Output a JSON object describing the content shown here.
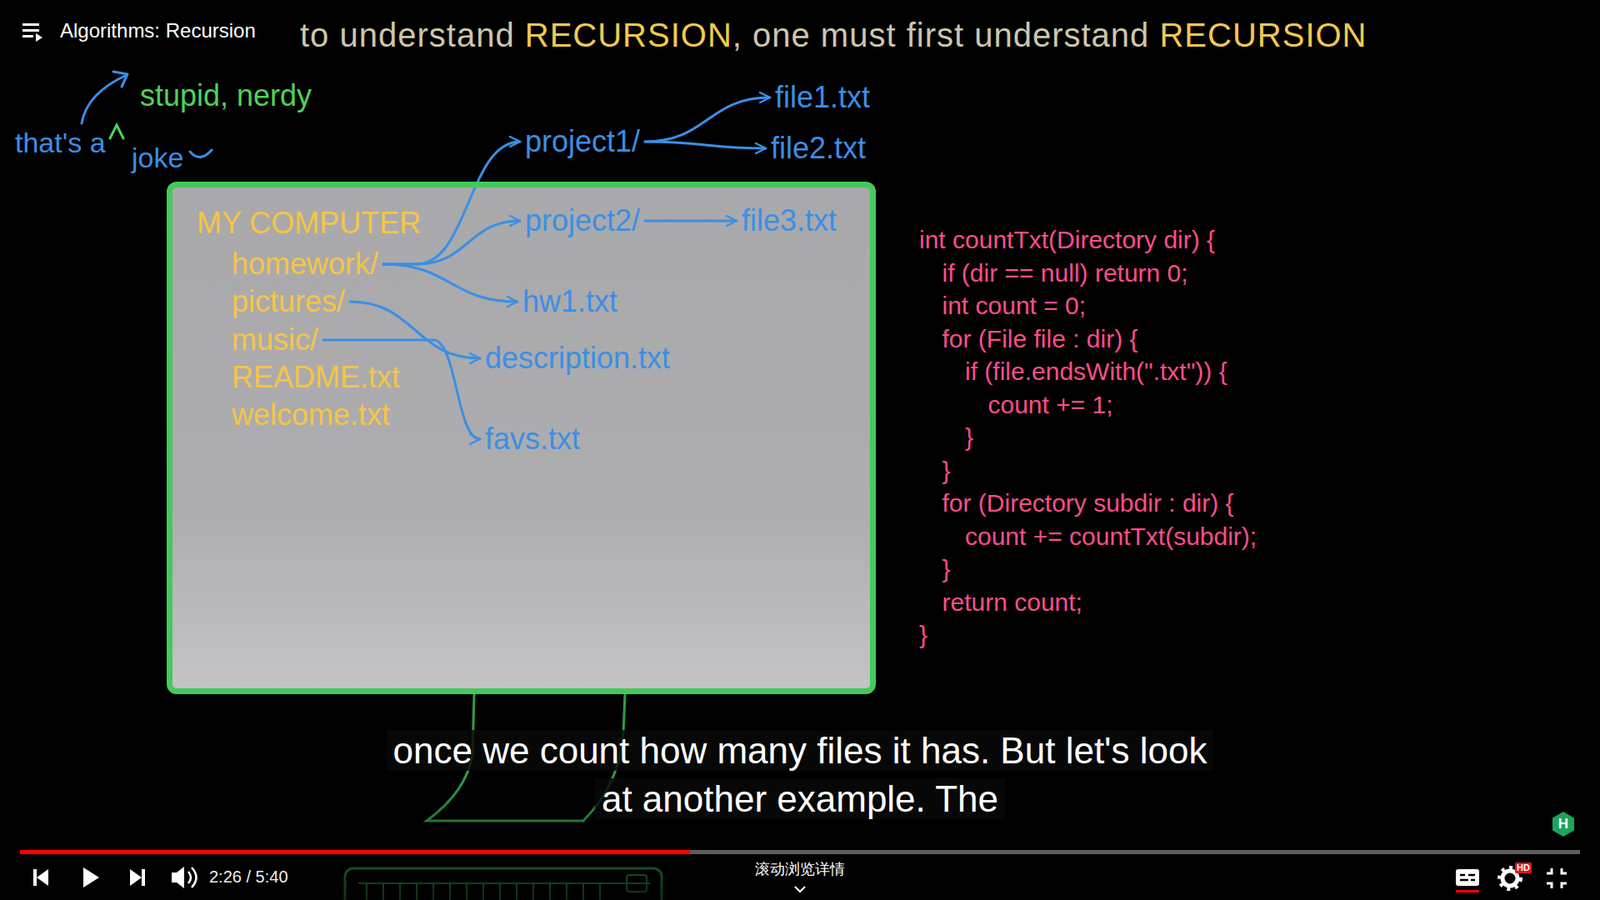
{
  "diagram": {
    "title": "to understand RECURSION, one must first understand RECURSION",
    "caption": "once we count how many files it has. But let's look at another example. The",
    "nodes": [
      {
        "text": [
          "MY COMPUTER"
        ]
      },
      {
        "text": [
          "homework/"
        ],
        "in": 0
      },
      {
        "text": [
          "pictures/"
        ],
        "in": 0
      },
      {
        "text": [
          "music/"
        ],
        "in": 0
      },
      {
        "text": [
          "README.txt"
        ],
        "in": 0
      },
      {
        "text": [
          "welcome.txt"
        ],
        "in": 0
      },
      {
        "text": [
          "project1/"
        ]
      },
      {
        "text": [
          "file1.txt"
        ]
      },
      {
        "text": [
          "file2.txt"
        ]
      },
      {
        "text": [
          "project2/"
        ]
      },
      {
        "text": [
          "file3.txt"
        ]
      },
      {
        "text": [
          "hw1.txt"
        ]
      },
      {
        "text": [
          "description.txt"
        ]
      },
      {
        "text": [
          "favs.txt"
        ]
      }
    ],
    "edges": [
      {
        "from": 1,
        "to": 6,
        "arrow": "to"
      },
      {
        "from": 1,
        "to": 9,
        "arrow": "to"
      },
      {
        "from": 1,
        "to": 11,
        "arrow": "to"
      },
      {
        "from": 2,
        "to": 12,
        "arrow": "to"
      },
      {
        "from": 3,
        "to": 13,
        "arrow": "to"
      },
      {
        "from": 6,
        "to": 7,
        "arrow": "to"
      },
      {
        "from": 6,
        "to": 8,
        "arrow": "to"
      },
      {
        "from": 9,
        "to": 10,
        "arrow": "to"
      }
    ],
    "labels": [
      "Algorithms: Recursion",
      "that's a",
      "joke",
      "stupid, nerdy",
      "int countTxt(Directory dir) {",
      "if (dir == null) return 0;",
      "int count = 0;",
      "for (File file : dir) {",
      "if (file.endsWith(\".txt\")) {",
      "count += 1;",
      "}",
      "}",
      "for (Directory subdir : dir) {",
      "count += countTxt(subdir);",
      "}",
      "return count;",
      "}",
      "2:26 / 5:40",
      "滚动浏览详情",
      "HD",
      "H"
    ]
  }
}
